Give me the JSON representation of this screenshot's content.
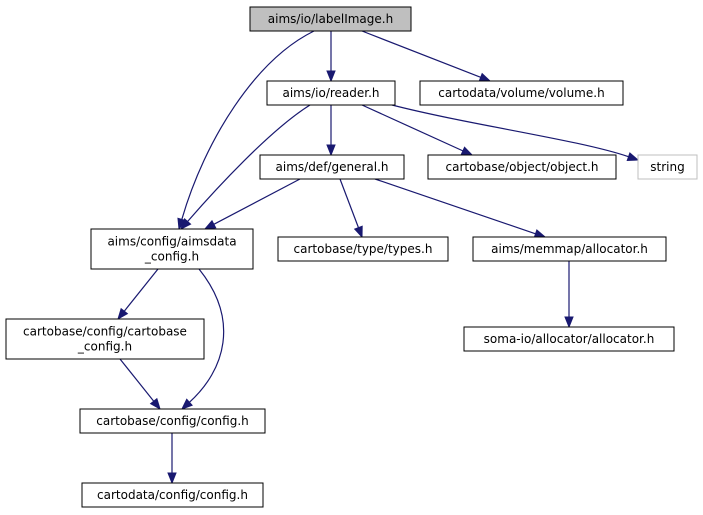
{
  "nodes": [
    {
      "id": "labelimage",
      "lines": [
        "aims/io/labelImage.h"
      ],
      "root": true
    },
    {
      "id": "reader",
      "lines": [
        "aims/io/reader.h"
      ]
    },
    {
      "id": "volume",
      "lines": [
        "cartodata/volume/volume.h"
      ]
    },
    {
      "id": "general",
      "lines": [
        "aims/def/general.h"
      ]
    },
    {
      "id": "object",
      "lines": [
        "cartobase/object/object.h"
      ]
    },
    {
      "id": "string",
      "lines": [
        "string"
      ],
      "ghost": true
    },
    {
      "id": "aimsdata_config",
      "lines": [
        "aims/config/aimsdata",
        "_config.h"
      ]
    },
    {
      "id": "types",
      "lines": [
        "cartobase/type/types.h"
      ]
    },
    {
      "id": "allocator_memmap",
      "lines": [
        "aims/memmap/allocator.h"
      ]
    },
    {
      "id": "cartobase_config",
      "lines": [
        "cartobase/config/cartobase",
        "_config.h"
      ]
    },
    {
      "id": "allocator_soma",
      "lines": [
        "soma-io/allocator/allocator.h"
      ]
    },
    {
      "id": "config",
      "lines": [
        "cartobase/config/config.h"
      ]
    },
    {
      "id": "cartodata_config",
      "lines": [
        "cartodata/config/config.h"
      ]
    }
  ],
  "edges": [
    {
      "from": "labelimage",
      "to": "reader"
    },
    {
      "from": "labelimage",
      "to": "volume"
    },
    {
      "from": "labelimage",
      "to": "aimsdata_config"
    },
    {
      "from": "reader",
      "to": "general"
    },
    {
      "from": "reader",
      "to": "object"
    },
    {
      "from": "reader",
      "to": "string"
    },
    {
      "from": "reader",
      "to": "aimsdata_config"
    },
    {
      "from": "general",
      "to": "aimsdata_config"
    },
    {
      "from": "general",
      "to": "types"
    },
    {
      "from": "general",
      "to": "allocator_memmap"
    },
    {
      "from": "aimsdata_config",
      "to": "cartobase_config"
    },
    {
      "from": "aimsdata_config",
      "to": "config"
    },
    {
      "from": "allocator_memmap",
      "to": "allocator_soma"
    },
    {
      "from": "cartobase_config",
      "to": "config"
    },
    {
      "from": "config",
      "to": "cartodata_config"
    }
  ]
}
